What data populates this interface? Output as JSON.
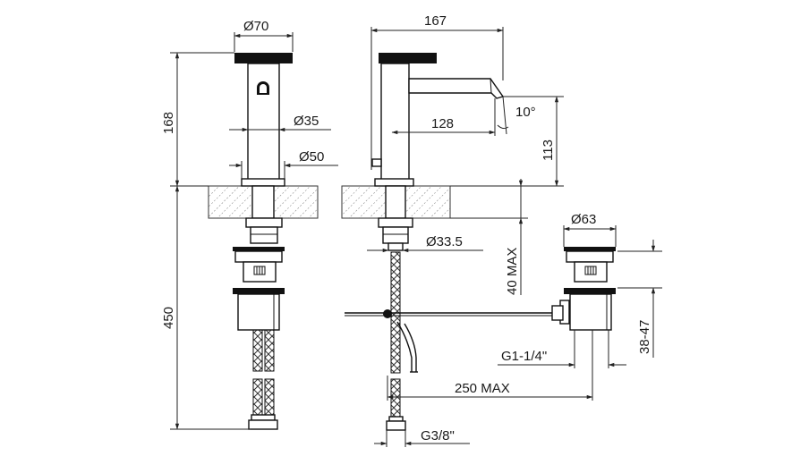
{
  "dimensions": {
    "spout_diameter": "70",
    "body_diameter": "35",
    "base_diameter": "50",
    "height_168": "168",
    "height_450": "450",
    "reach_167": "167",
    "spout_128": "128",
    "angle": "10°",
    "height_113": "113",
    "max_40": "40 MAX",
    "shank_diameter": "33.5",
    "waste_diameter": "63",
    "waste_thread": "G1-1/4\"",
    "waste_height": "38-47",
    "rod_max": "250 MAX",
    "inlet_thread": "G3/8\""
  },
  "symbols": {
    "diameter": "Ø"
  }
}
